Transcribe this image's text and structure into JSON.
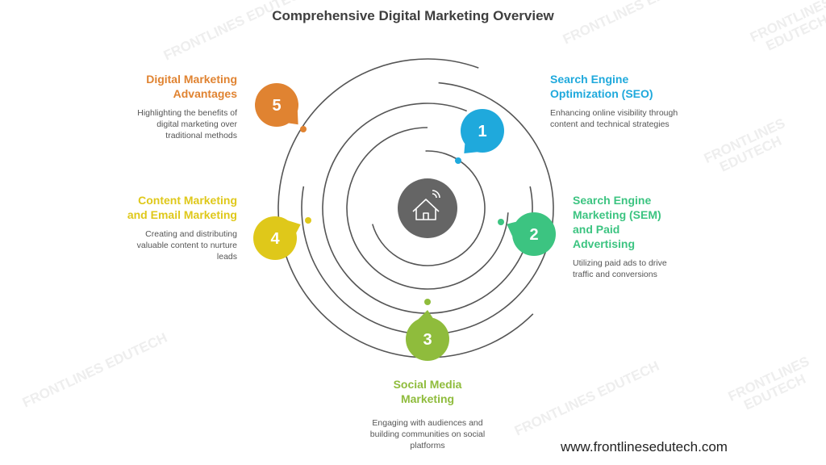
{
  "title": "Comprehensive Digital Marketing Overview",
  "center_icon": "smart-home-icon",
  "items": [
    {
      "num": "1",
      "title": "Search Engine Optimization (SEO)",
      "desc": "Enhancing online visibility through content and technical strategies",
      "color": "#1fa9dc"
    },
    {
      "num": "2",
      "title": "Search Engine Marketing (SEM) and Paid Advertising",
      "desc": "Utilizing paid ads to drive traffic and conversions",
      "color": "#3cc481"
    },
    {
      "num": "3",
      "title": "Social Media Marketing",
      "desc": "Engaging with audiences and building communities on social platforms",
      "color": "#8fbc3c"
    },
    {
      "num": "4",
      "title": "Content Marketing and Email Marketing",
      "desc": "Creating and distributing valuable content to nurture leads",
      "color": "#dfc81a"
    },
    {
      "num": "5",
      "title": "Digital Marketing Advantages",
      "desc": "Highlighting the benefits of digital marketing over traditional methods",
      "color": "#e08331"
    }
  ],
  "watermark": "FRONTLINES EDUTECH",
  "website": "www.frontlinesedutech.com"
}
